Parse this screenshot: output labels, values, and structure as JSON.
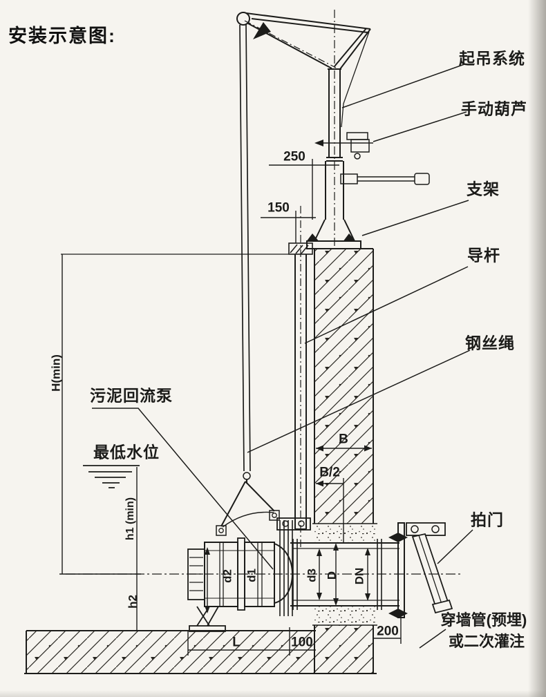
{
  "title": "安装示意图:",
  "colors": {
    "paper": "#f6f4ef",
    "ink": "#1c1c1a",
    "edge_shadow": "#6e6b64"
  },
  "callouts": {
    "lifting_system": "起吊系统",
    "manual_hoist": "手动葫芦",
    "bracket": "支架",
    "guide_rod": "导杆",
    "wire_rope": "钢丝绳",
    "flap_valve": "拍门",
    "wall_pipe_line1": "穿墙管(预埋)",
    "wall_pipe_line2": "或二次灌注",
    "pump": "污泥回流泵",
    "lowest_water_level": "最低水位"
  },
  "dimensions": {
    "top_offset": "250",
    "rail_offset": "150",
    "wall_thickness": "B",
    "half_wall": "B/2",
    "water_depth_min": "H(min)",
    "submergence_min": "h1 (min)",
    "bottom_clearance": "h2",
    "dia_d2": "d2",
    "dia_d1": "d1",
    "dia_d3": "d3",
    "dia_D": "D",
    "dia_DN": "DN",
    "base_length": "L",
    "wall_gap": "100",
    "outlet_overhang": "200"
  }
}
